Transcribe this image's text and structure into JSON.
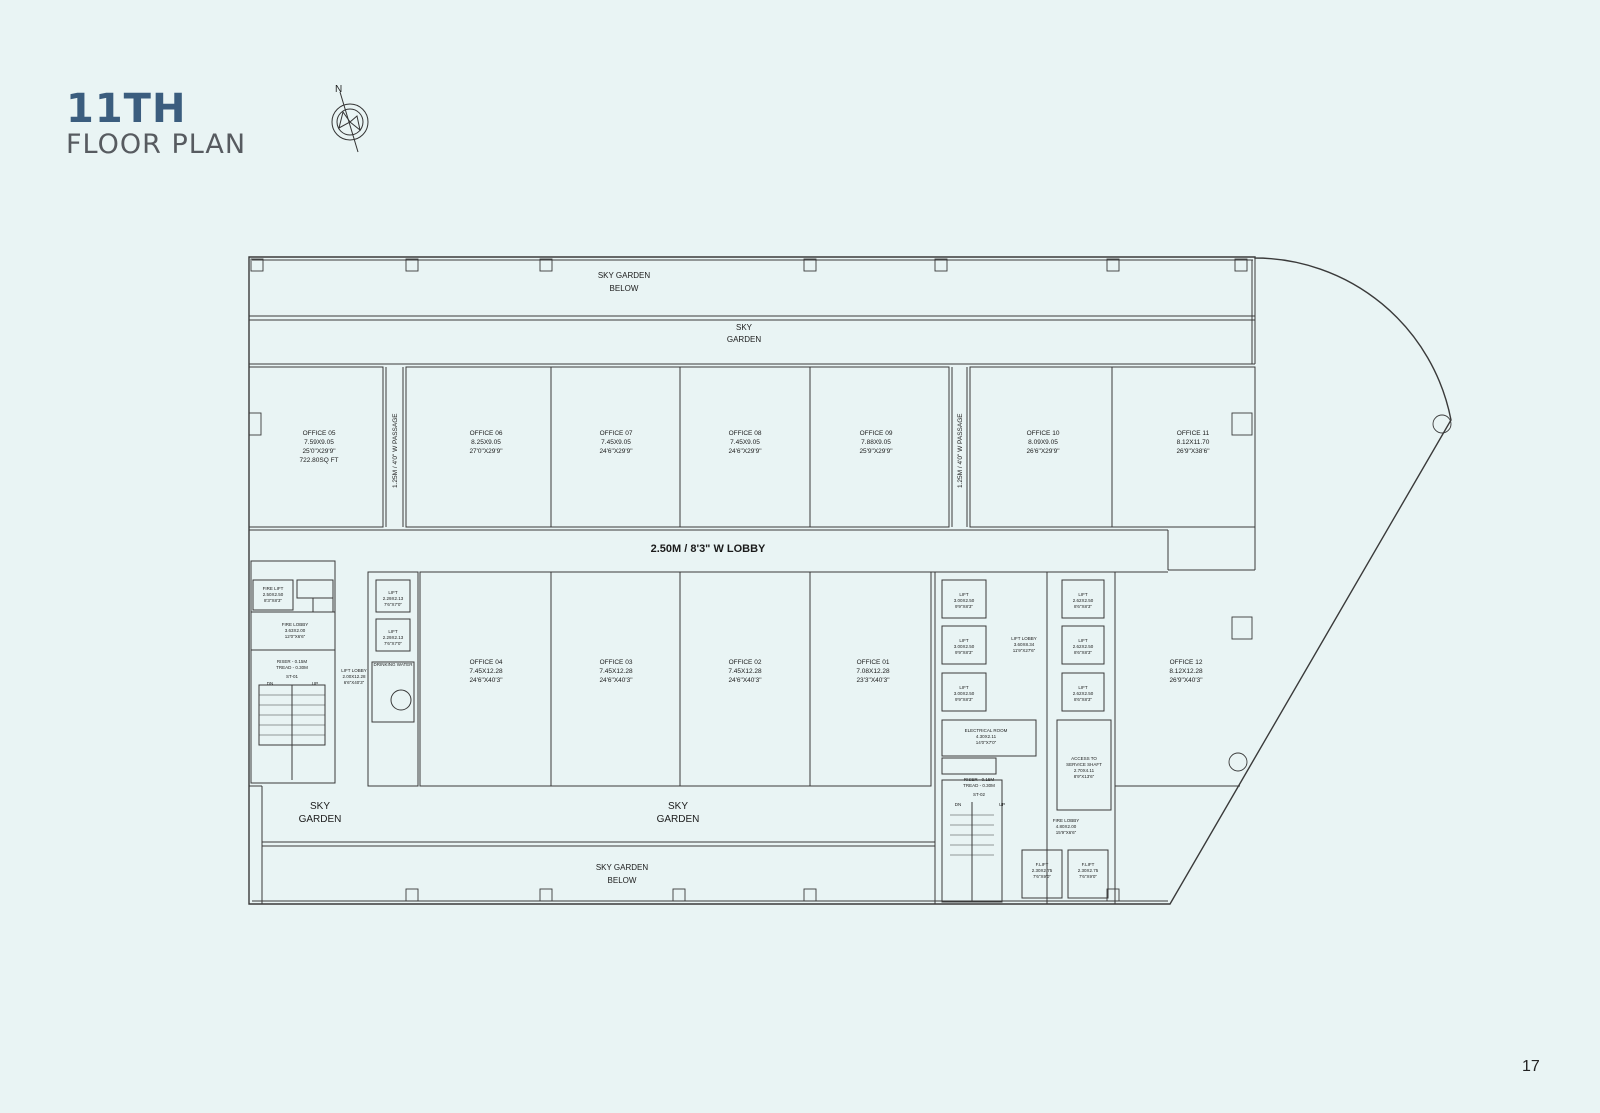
{
  "header": {
    "title": "11TH",
    "subtitle": "FLOOR PLAN",
    "north_label": "N"
  },
  "page": {
    "number": "17"
  },
  "colors": {
    "background": "#e9f4f4",
    "title": "#3b5d7e",
    "subtitle": "#575b60",
    "lines": "#3a3a3a"
  },
  "zones": {
    "sky_garden_below_top": "SKY GARDEN\nBELOW",
    "sky_garden_top": "SKY\nGARDEN",
    "sky_garden_left": "SKY\nGARDEN",
    "sky_garden_center": "SKY\nGARDEN",
    "sky_garden_below_bottom": "SKY GARDEN\nBELOW",
    "lobby": "2.50M / 8'3\" W LOBBY",
    "passage_left": "1.25M / 4'0\" W PASSAGE",
    "passage_right": "1.25M / 4'0\" W PASSAGE"
  },
  "offices": [
    {
      "id": "05",
      "lines": [
        "OFFICE 05",
        "7.59X9.05",
        "25'0\"X29'9\"",
        "722.80SQ FT"
      ]
    },
    {
      "id": "06",
      "lines": [
        "OFFICE 06",
        "8.25X9.05",
        "27'0\"X29'9\""
      ]
    },
    {
      "id": "07",
      "lines": [
        "OFFICE 07",
        "7.45X9.05",
        "24'6\"X29'9\""
      ]
    },
    {
      "id": "08",
      "lines": [
        "OFFICE 08",
        "7.45X9.05",
        "24'6\"X29'9\""
      ]
    },
    {
      "id": "09",
      "lines": [
        "OFFICE 09",
        "7.88X9.05",
        "25'9\"X29'9\""
      ]
    },
    {
      "id": "10",
      "lines": [
        "OFFICE 10",
        "8.09X9.05",
        "26'6\"X29'9\""
      ]
    },
    {
      "id": "11",
      "lines": [
        "OFFICE 11",
        "8.12X11.70",
        "26'9\"X38'6\""
      ]
    },
    {
      "id": "04",
      "lines": [
        "OFFICE 04",
        "7.45X12.28",
        "24'6\"X40'3\""
      ]
    },
    {
      "id": "03",
      "lines": [
        "OFFICE 03",
        "7.45X12.28",
        "24'6\"X40'3\""
      ]
    },
    {
      "id": "02",
      "lines": [
        "OFFICE 02",
        "7.45X12.28",
        "24'6\"X40'3\""
      ]
    },
    {
      "id": "01",
      "lines": [
        "OFFICE 01",
        "7.08X12.28",
        "23'3\"X40'3\""
      ]
    },
    {
      "id": "12",
      "lines": [
        "OFFICE 12",
        "8.12X12.28",
        "26'9\"X40'3\""
      ]
    }
  ],
  "core_labels": {
    "fire_lift": [
      "FIRE LIFT",
      "2.50X2.50",
      "8'3\"X8'3\""
    ],
    "fire_lobby_left": [
      "FIRE LOBBY",
      "3.63X2.00",
      "12'0\"X6'6\""
    ],
    "lift_left_1": [
      "LIFT",
      "2.29X2.13",
      "7'6\"X7'0\""
    ],
    "lift_left_2": [
      "LIFT",
      "2.29X2.13",
      "7'6\"X7'0\""
    ],
    "lift_lobby_left": [
      "LIFT LOBBY",
      "2.00X12.28",
      "6'6\"X40'3\""
    ],
    "drinking_water": "DRINKING WATER",
    "riser_left": [
      "RISER - 0.15M",
      "TREAD - 0.30M"
    ],
    "stair_left": "ST-01",
    "dn": "DN",
    "up": "UP",
    "lift_c1": [
      "LIFT",
      "3.00X2.50",
      "9'9\"X8'3\""
    ],
    "lift_c2": [
      "LIFT",
      "3.00X2.50",
      "9'9\"X8'3\""
    ],
    "lift_c3": [
      "LIFT",
      "3.00X2.50",
      "9'9\"X8'3\""
    ],
    "lift_lobby_center": [
      "LIFT LOBBY",
      "3.60X8.34",
      "11'9\"X27'6\""
    ],
    "lift_r1": [
      "LIFT",
      "2.62X2.50",
      "8'6\"X8'3\""
    ],
    "lift_r2": [
      "LIFT",
      "2.62X2.50",
      "8'6\"X8'3\""
    ],
    "lift_r3": [
      "LIFT",
      "2.62X2.50",
      "8'6\"X8'3\""
    ],
    "electrical_room": [
      "ELECTRICAL ROOM",
      "4.30X2.11",
      "14'0\"X7'0\""
    ],
    "access_shaft": [
      "ACCESS TO",
      "SERVICE SHAFT",
      "2.70X4.11",
      "8'9\"X13'6\""
    ],
    "fire_lobby_right": [
      "FIRE LOBBY",
      "4.80X2.00",
      "15'9\"X6'6\""
    ],
    "riser_right": [
      "RISER - 0.15M",
      "TREAD - 0.30M"
    ],
    "stair_right": "ST-02",
    "flift_1": [
      "F.LIFT",
      "2.30X2.75",
      "7'6\"X9'0\""
    ],
    "flift_2": [
      "F.LIFT",
      "2.30X2.75",
      "7'6\"X9'0\""
    ]
  }
}
